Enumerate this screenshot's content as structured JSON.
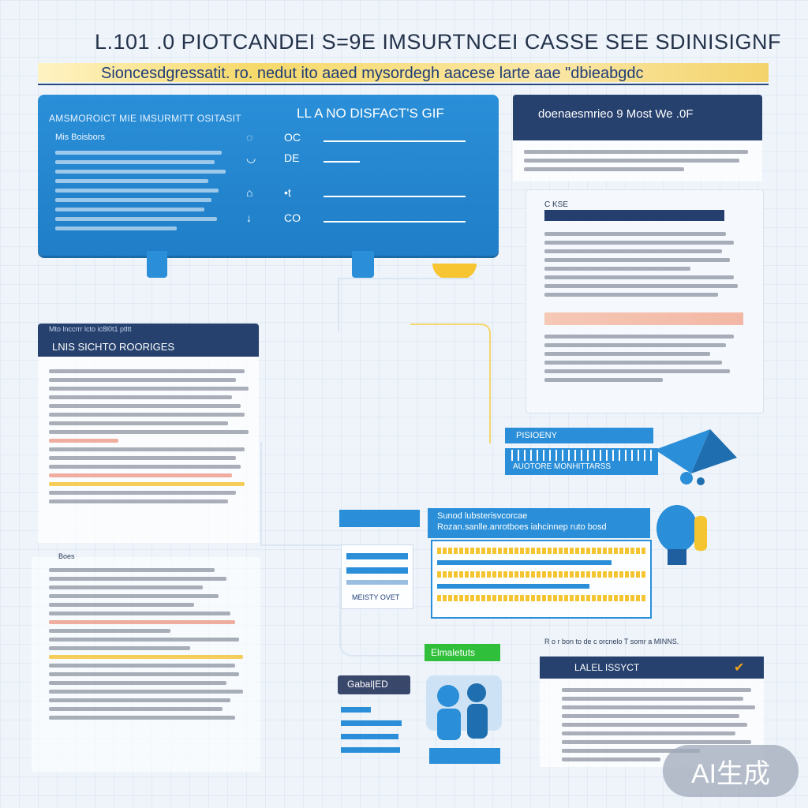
{
  "header": {
    "title": "L.101 .0 PIOTCANDEI S=9E IMSURTNCEI CASSE SEE SDINISIGNF",
    "subtitle": "Sioncesdgressatit. ro. nedut ito aaed mysordegh aacese larte aae \"dbieabgdc"
  },
  "form_panel": {
    "left_heading": "AMSMOROICT MIE IMSURMITT OSITASIT",
    "left_subheading": "Mis Boisbors",
    "right_title": "LL A NO DISFACT'S GIF",
    "fields": [
      {
        "icon": "◌",
        "label": "OC"
      },
      {
        "icon": "◡",
        "label": "DE"
      },
      {
        "icon": "⌂",
        "label": "•t"
      },
      {
        "icon": "↓",
        "label": "CO"
      }
    ]
  },
  "right_top_card": {
    "title": "doenaesmrieo 9 Most We .0F"
  },
  "right_card_2": {
    "tag": "C KSE"
  },
  "left_section": {
    "top_caption": "Mto lnccrrr lcto ic8l0t1 ptltt",
    "title": "LNIS SICHTO ROORIGES",
    "second_heading": "Boes"
  },
  "progress_block": {
    "label": "PISIOENY",
    "row_text": "AUOTORE MONHITTARSS"
  },
  "mid_panel": {
    "line1": "Sunod lubsterisvcorcae",
    "line2": "Rozan.sanlle.anrotboes iahcinnep ruto bosd",
    "small_card_text": "MEISTY OVET"
  },
  "bottom_tags": {
    "green": "Elmaletuts",
    "dark": "Gabal|ED"
  },
  "bottom_right": {
    "top_caption": "R   o r bon to de c orcnelo       T somr a MINNS.",
    "bar_title": "LALEL ISSYCT",
    "check_icon": "checkmark-icon"
  },
  "watermark": {
    "text": "AI生成"
  },
  "colors": {
    "primary_blue": "#2a8fd8",
    "navy": "#26416e",
    "yellow": "#f5c531",
    "green": "#2fbf3a"
  }
}
